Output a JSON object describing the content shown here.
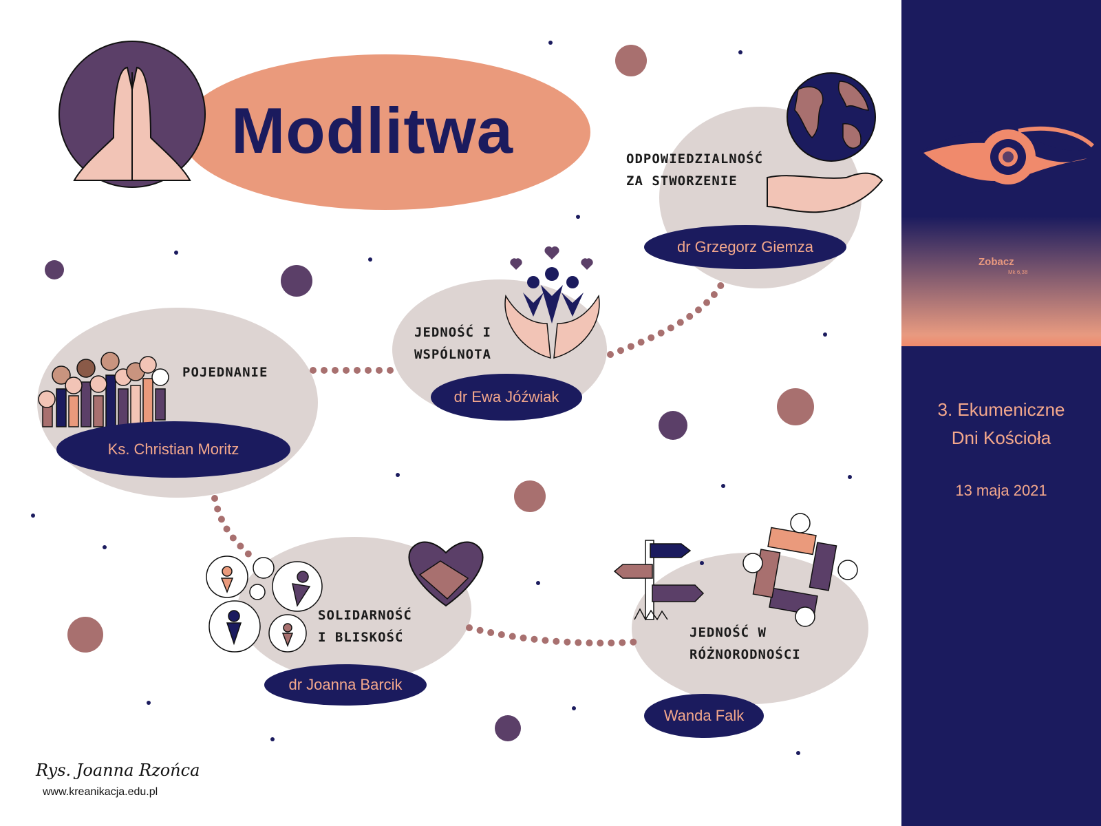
{
  "title": "Modlitwa",
  "topics": [
    {
      "id": "pojednanie",
      "lines": [
        "POJEDNANIE"
      ],
      "speaker": "Ks. Christian Moritz",
      "icon": "raised-hands-crowd-icon"
    },
    {
      "id": "jednosc-wspolnota",
      "lines": [
        "JEDNOŚĆ I",
        "WSPÓLNOTA"
      ],
      "speaker": "dr Ewa Jóźwiak",
      "icon": "community-in-hands-icon"
    },
    {
      "id": "odpowiedzialnosc",
      "lines": [
        "ODPOWIEDZIALNOŚĆ",
        "ZA STWORZENIE"
      ],
      "speaker": "dr Grzegorz Giemza",
      "icon": "globe-in-hand-icon"
    },
    {
      "id": "solidarnosc",
      "lines": [
        "SOLIDARNOŚĆ",
        "I BLISKOŚĆ"
      ],
      "speaker": "dr Joanna Barcik",
      "icon": "handshake-heart-icon"
    },
    {
      "id": "jednosc-roznorodnosci",
      "lines": [
        "JEDNOŚĆ W",
        "RÓŻNORODNOŚCI"
      ],
      "speaker": "Wanda Falk",
      "icon": "linked-hands-icon"
    }
  ],
  "sidebar": {
    "logo_text": "Zobacz",
    "logo_ref": "Mk 6,38",
    "event_line1": "3. Ekumeniczne",
    "event_line2": "Dni Kościoła",
    "date": "13 maja 2021"
  },
  "credits": {
    "author": "Rys. Joanna Rzońca",
    "url": "www.kreanikacja.edu.pl"
  },
  "colors": {
    "navy": "#1b1b5e",
    "salmon": "#ea9a7c",
    "bubble": "#ddd4d2",
    "plum": "#5b3f68",
    "mauve": "#a8706f"
  }
}
